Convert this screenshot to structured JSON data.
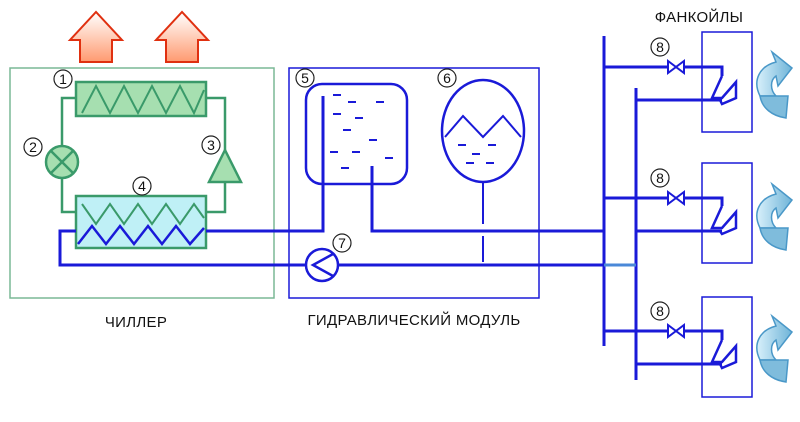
{
  "labels": {
    "chiller": "ЧИЛЛЕР",
    "hydro_module": "ГИДРАВЛИЧЕСКИЙ МОДУЛЬ",
    "fancoils": "ФАНКОЙЛЫ"
  },
  "markers": {
    "condenser": "1",
    "expansion_valve": "2",
    "compressor": "3",
    "evaporator": "4",
    "tank": "5",
    "expansion_tank": "6",
    "pump": "7",
    "valve_1": "8",
    "valve_2": "8",
    "valve_3": "8"
  },
  "colors": {
    "refrigerant_line": "#3a9a6a",
    "water_line": "#1a1ad8",
    "chiller_frame": "#6fae8a",
    "condenser_fill": "#a6dfb0",
    "evaporator_fill": "#bff0f6",
    "heat_arrow_fill": "#ffb08a",
    "heat_arrow_stroke": "#e03010",
    "fancoil_arrow_fill": "#9bd0e8"
  }
}
